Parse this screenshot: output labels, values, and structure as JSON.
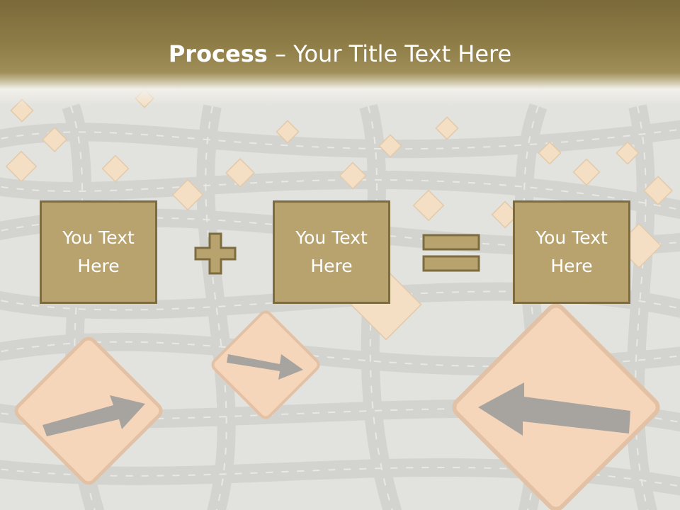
{
  "title": {
    "bold": "Process",
    "rest": " – Your Title Text Here"
  },
  "boxes": [
    {
      "text": "You Text\nHere"
    },
    {
      "text": "You Text\nHere"
    },
    {
      "text": "You Text\nHere"
    }
  ],
  "operators": {
    "first": "plus-icon",
    "second": "equals-icon"
  },
  "colors": {
    "banner": "#8e7c47",
    "box_fill": "#b8a36f",
    "box_border": "#7d6c3f",
    "sign": "#f3c9a4",
    "road": "#c9c9c4"
  }
}
